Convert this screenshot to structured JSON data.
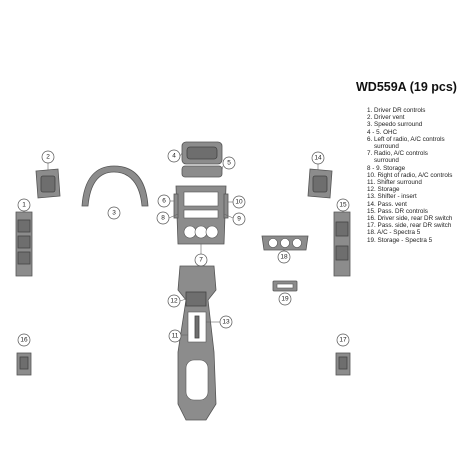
{
  "title": "WD559A (19 pcs)",
  "legend": [
    "1. Driver DR controls",
    "2. Driver vent",
    "3. Speedo surround",
    "4 - 5. OHC",
    "6. Left of radio, A/C controls",
    "    surround",
    "7. Radio, A/C controls",
    "    surround",
    "8 - 9. Storage",
    "10. Right of radio, A/C controls",
    "11. Shifter surround",
    "12. Storage",
    "13. Shifter - insert",
    "14. Pass. vent",
    "15. Pass. DR controls",
    "16. Driver side, rear DR switch",
    "17. Pass. side, rear DR switch",
    "18. A/C - Spectra 5",
    "19. Storage - Spectra 5"
  ],
  "callouts": [
    "1",
    "2",
    "3",
    "4",
    "5",
    "6",
    "7",
    "8",
    "9",
    "10",
    "11",
    "12",
    "13",
    "14",
    "15",
    "16",
    "17",
    "18",
    "19"
  ],
  "colors": {
    "part_fill": "#8c8c8c",
    "outline": "#555555",
    "background": "#ffffff"
  }
}
